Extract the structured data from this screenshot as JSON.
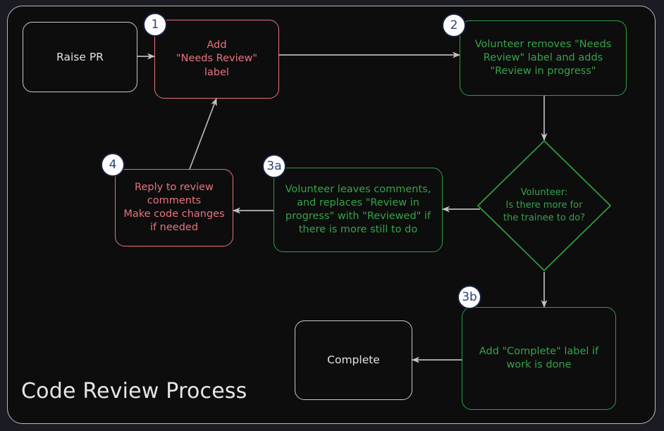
{
  "diagram": {
    "title": "Code Review Process",
    "colors": {
      "background": "#0d0d0d",
      "outer_background": "#1b1b23",
      "frame_border": "#b9b9bd",
      "neutral": "#c9c9cd",
      "red": "#e8737f",
      "green": "#2f9e44",
      "badge_fill": "#fdfdff",
      "badge_border": "#16213f",
      "badge_text": "#2b4673",
      "edge": "#b9b9bd"
    },
    "nodes": [
      {
        "id": "raise-pr",
        "badge": "",
        "style": "plain",
        "text": "Raise PR"
      },
      {
        "id": "add-label",
        "badge": "1",
        "style": "red",
        "text": "Add\n\"Needs Review\"\nlabel"
      },
      {
        "id": "volunteer-takes",
        "badge": "2",
        "style": "green",
        "text": "Volunteer removes \"Needs Review\" label and adds \"Review in progress\""
      },
      {
        "id": "decision",
        "badge": "",
        "style": "green",
        "text": "Volunteer:\nIs there more for\nthe trainee to do?"
      },
      {
        "id": "leaves-comments",
        "badge": "3a",
        "style": "green",
        "text": "Volunteer leaves comments, and replaces \"Review in progress\" with \"Reviewed\" if there is more still to do"
      },
      {
        "id": "reply-comments",
        "badge": "4",
        "style": "red",
        "text": "Reply to review comments\nMake code changes if needed"
      },
      {
        "id": "add-complete",
        "badge": "3b",
        "style": "green",
        "text": "Add \"Complete\" label if work is done"
      },
      {
        "id": "complete",
        "badge": "",
        "style": "plain",
        "text": "Complete"
      }
    ],
    "node_text": {
      "raise_pr": "Raise PR",
      "add_label_l1": "Add",
      "add_label_l2": "\"Needs Review\"",
      "add_label_l3": "label",
      "volunteer_takes_l1": "Volunteer removes \"Needs",
      "volunteer_takes_l2": "Review\" label and adds",
      "volunteer_takes_l3": "\"Review in progress\"",
      "decision_l1": "Volunteer:",
      "decision_l2": "Is there more for",
      "decision_l3": "the trainee to do?",
      "leaves_comments_l1": "Volunteer leaves comments,",
      "leaves_comments_l2": "and replaces \"Review in",
      "leaves_comments_l3": "progress\" with \"Reviewed\" if",
      "leaves_comments_l4": "there is more still to do",
      "reply_l1": "Reply to review",
      "reply_l2": "comments",
      "reply_l3": "Make code changes",
      "reply_l4": "if needed",
      "add_complete_l1": "Add \"Complete\" label if",
      "add_complete_l2": "work is done",
      "complete": "Complete"
    },
    "badges": {
      "step1": "1",
      "step2": "2",
      "step3a": "3a",
      "step3b": "3b",
      "step4": "4"
    },
    "edges": [
      {
        "from": "raise-pr",
        "to": "add-label",
        "direction": "right"
      },
      {
        "from": "add-label",
        "to": "volunteer-takes",
        "direction": "right"
      },
      {
        "from": "volunteer-takes",
        "to": "decision",
        "direction": "down"
      },
      {
        "from": "decision",
        "to": "leaves-comments",
        "direction": "left"
      },
      {
        "from": "leaves-comments",
        "to": "reply-comments",
        "direction": "left"
      },
      {
        "from": "reply-comments",
        "to": "add-label",
        "direction": "up"
      },
      {
        "from": "decision",
        "to": "add-complete",
        "direction": "down"
      },
      {
        "from": "add-complete",
        "to": "complete",
        "direction": "left"
      }
    ]
  }
}
